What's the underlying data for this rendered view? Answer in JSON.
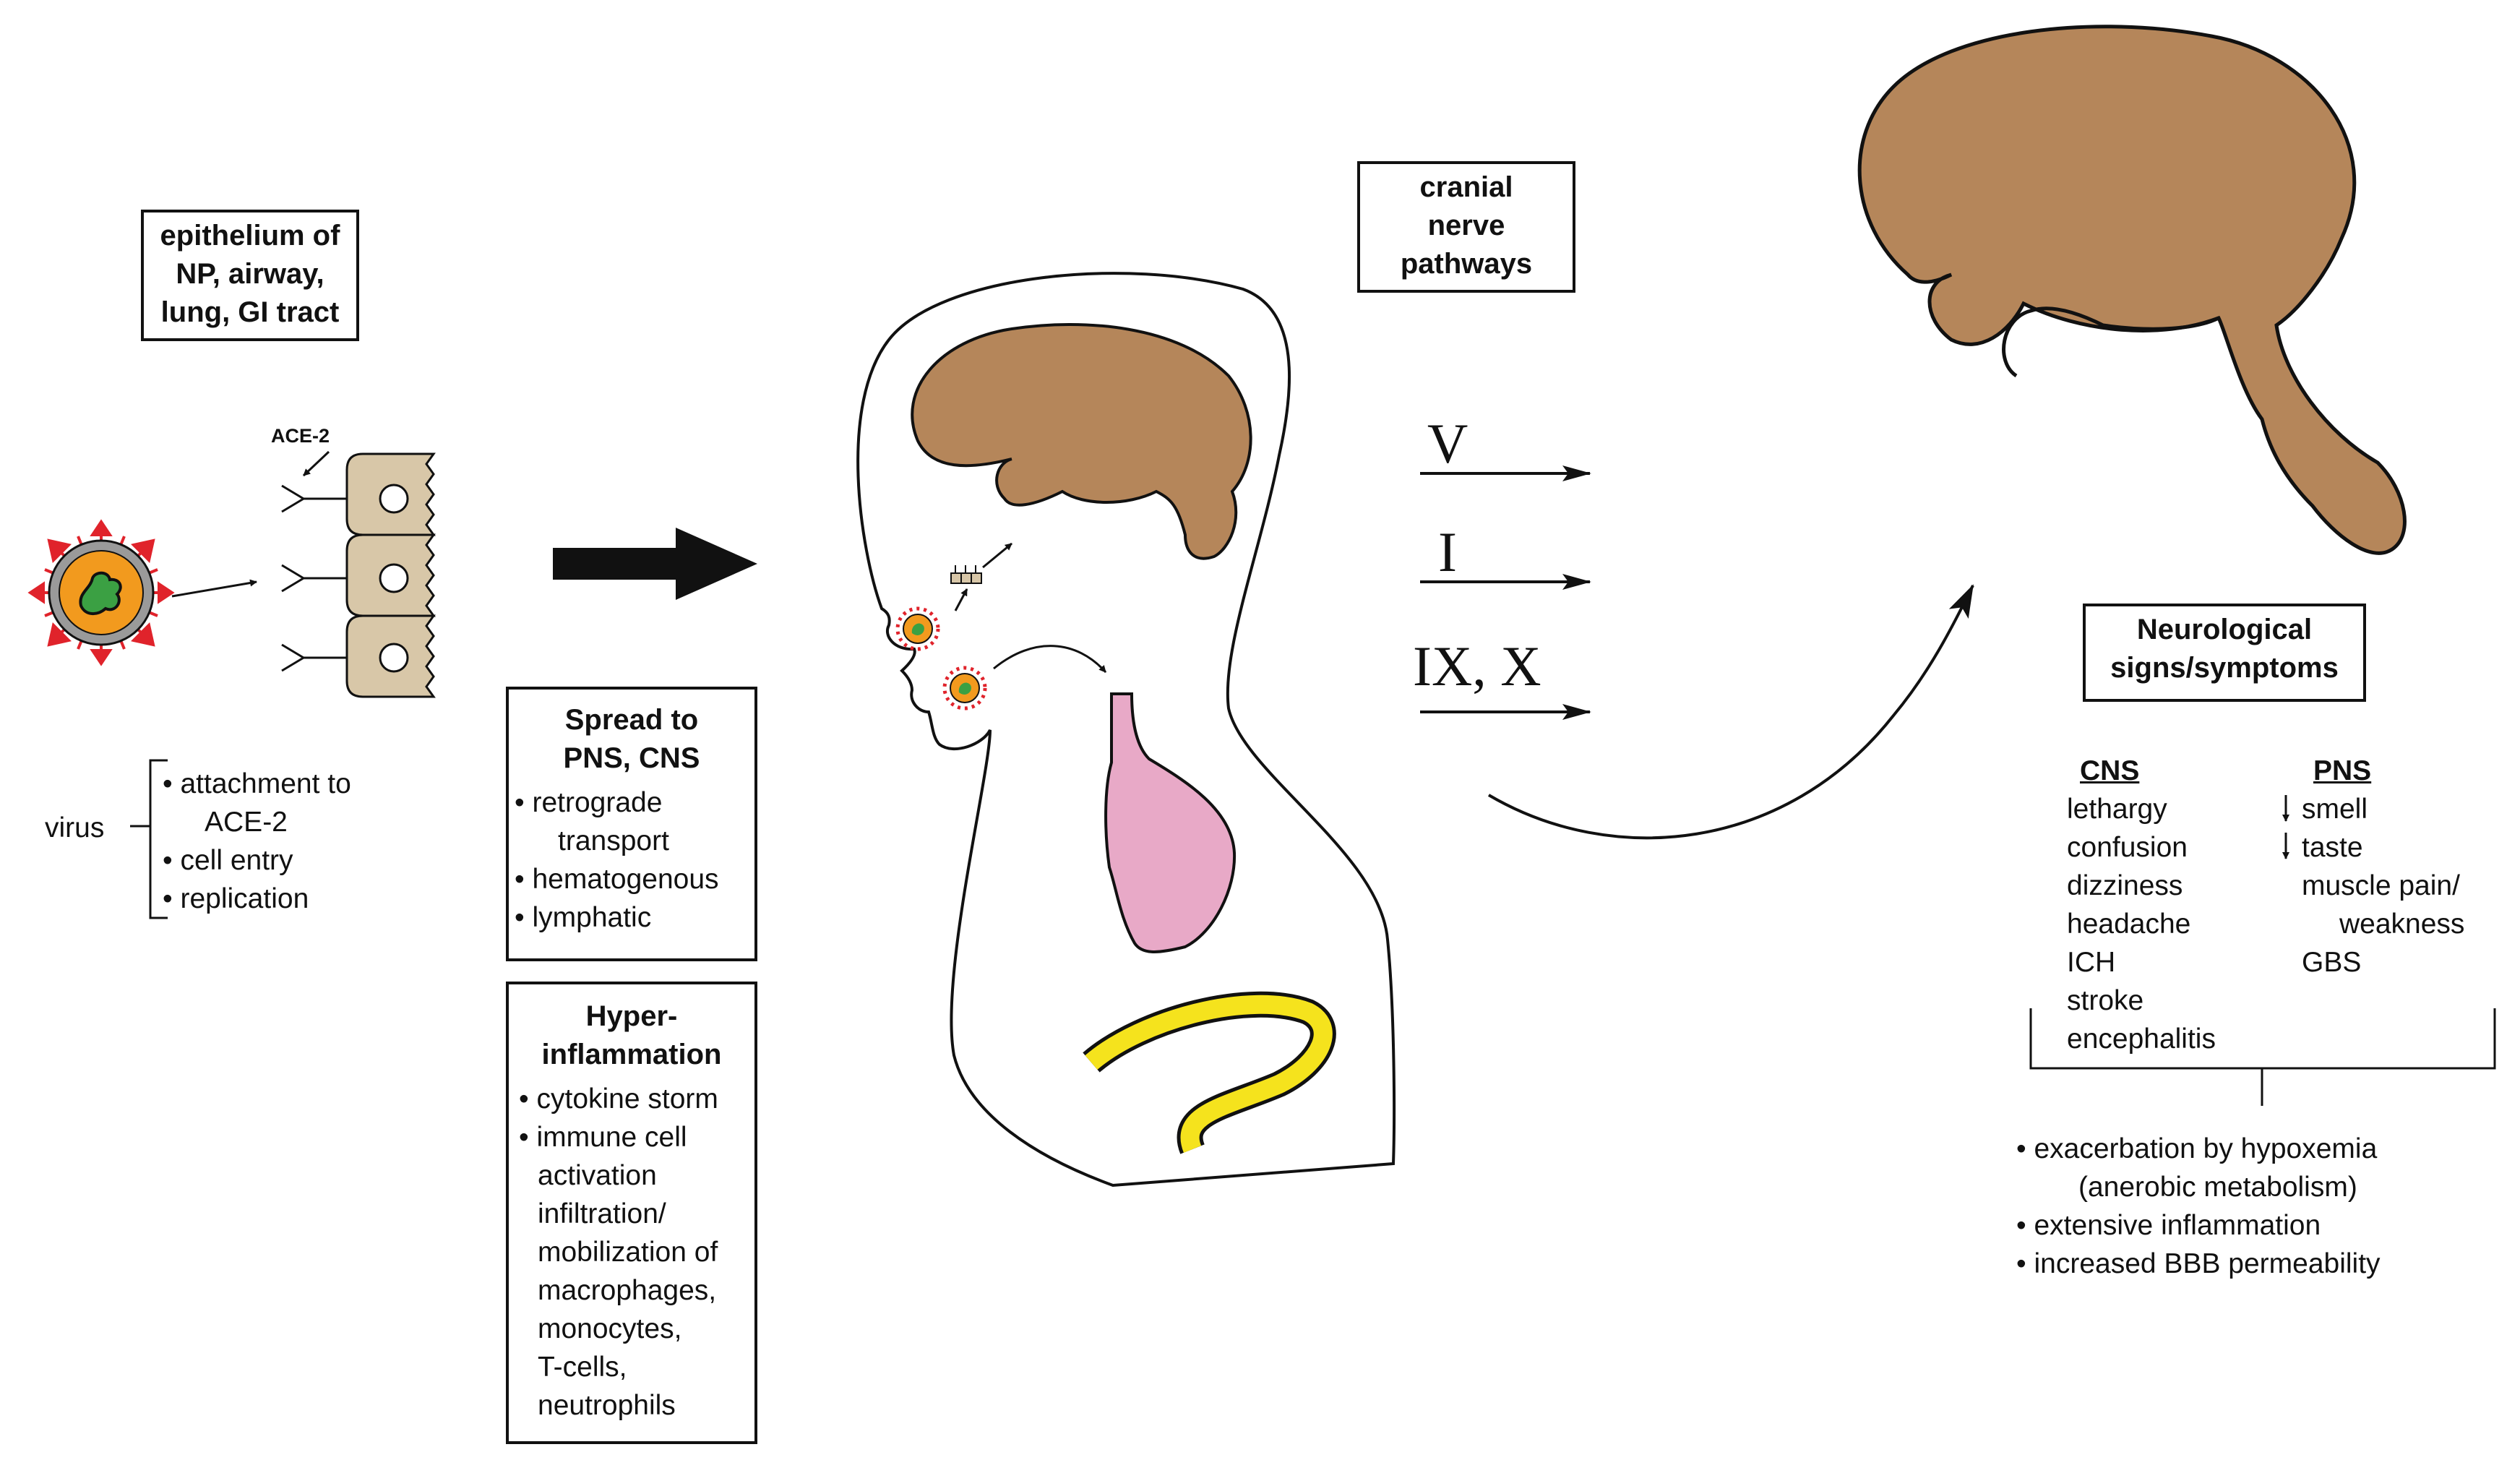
{
  "epithelium_box": {
    "lines": [
      "epithelium of",
      "NP, airway,",
      "lung, GI tract"
    ]
  },
  "ace2_label": "ACE-2",
  "virus_label": "virus",
  "virus_steps": [
    "• attachment to",
    "ACE-2",
    "• cell entry",
    "• replication"
  ],
  "spread_box": {
    "title": [
      "Spread to",
      "PNS, CNS"
    ],
    "items": [
      "• retrograde",
      "transport",
      "• hematogenous",
      "• lymphatic"
    ]
  },
  "hyper_box": {
    "title": [
      "Hyper-",
      "inflammation"
    ],
    "items": [
      "• cytokine storm",
      "• immune cell",
      "activation",
      "infiltration/",
      "mobilization of",
      "macrophages,",
      "monocytes,",
      "T-cells,",
      "neutrophils"
    ]
  },
  "cranial_box": {
    "lines": [
      "cranial",
      "nerve",
      "pathways"
    ]
  },
  "nerves": [
    "V",
    "I",
    "IX, X"
  ],
  "neuro_box": {
    "lines": [
      "Neurological",
      "signs/symptoms"
    ]
  },
  "cns": {
    "heading": "CNS",
    "items": [
      "lethargy",
      "confusion",
      "dizziness",
      "headache",
      "ICH",
      "stroke",
      "encephalitis"
    ]
  },
  "pns": {
    "heading": "PNS",
    "items": [
      "smell",
      "taste",
      "muscle pain/",
      "weakness",
      "GBS"
    ]
  },
  "factors": [
    "• exacerbation by hypoxemia",
    "(anerobic metabolism)",
    "• extensive inflammation",
    "• increased BBB permeability"
  ],
  "colors": {
    "brain": "#b5865a",
    "lung": "#e8a9c7",
    "gut": "#f5e31d",
    "cell": "#d8c7a8",
    "virus_core": "#f29a1e",
    "virus_rna": "#3ba043",
    "spike": "#e0232b"
  }
}
